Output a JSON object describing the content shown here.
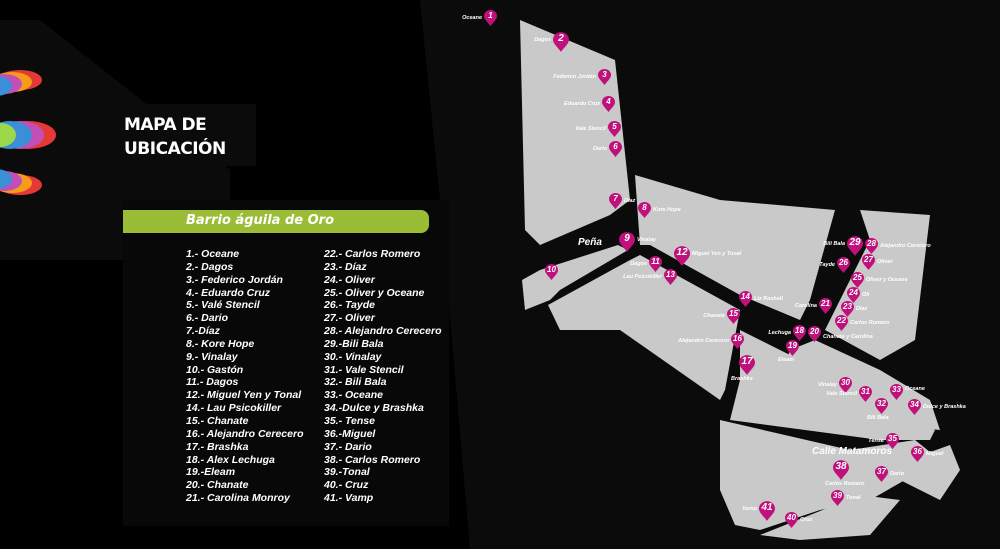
{
  "title": {
    "line1": "MAPA DE",
    "line2": "UBICACIÓN"
  },
  "neighborhood": "Barrio águila de Oro",
  "list_col1": [
    "1.- Oceane",
    "2.- Dagos",
    "3.- Federico Jordán",
    "4.- Eduardo Cruz",
    "5.- Valé Stencil",
    "6.- Dario",
    "7.-Díaz",
    "8.- Kore Hope",
    "9.- Vinalay",
    "10.- Gastón",
    "11.- Dagos",
    "12.- Miguel Yen y Tonal",
    "14.- Lau Psicokiller",
    "15.- Chanate",
    "16.- Alejandro Cerecero",
    "17.- Brashka",
    "18.- Alex Lechuga",
    "19.-Eleam",
    "20.- Chanate",
    "21.- Carolina Monroy"
  ],
  "list_col2": [
    "22.- Carlos Romero",
    "23.- Díaz",
    "24.- Oliver",
    "25.- Oliver y Oceane",
    "26.- Tayde",
    "27.- Oliver",
    "28.- Alejandro Cerecero",
    "29.-Bili Bala",
    "30.- Vinalay",
    "31.- Vale Stencil",
    "32.- Bili Bala",
    "33.- Oceane",
    "34.-Dulce y Brashka",
    "35.- Tense",
    "36.-Miguel",
    "37.- Dario",
    "38.- Carlos Romero",
    "39.-Tonal",
    "40.- Cruz",
    "41.- Vamp"
  ],
  "streets": {
    "pena": "Peña",
    "matamoros": "Calle Matamoros"
  },
  "pins": [
    {
      "n": "1",
      "label": "Oceane"
    },
    {
      "n": "2",
      "label": "Dagos"
    },
    {
      "n": "3",
      "label": "Federico Jordán"
    },
    {
      "n": "4",
      "label": "Eduardo Cruz"
    },
    {
      "n": "5",
      "label": "Vale Stencil"
    },
    {
      "n": "6",
      "label": "Dario"
    },
    {
      "n": "7",
      "label": "Díaz"
    },
    {
      "n": "8",
      "label": "Kore Hope"
    },
    {
      "n": "9",
      "label": "Vinalay"
    },
    {
      "n": "10",
      "label": ""
    },
    {
      "n": "11",
      "label": "Dagos"
    },
    {
      "n": "12",
      "label": "Miguel Yen y Tonal"
    },
    {
      "n": "13",
      "label": "Lau Psicokiller"
    },
    {
      "n": "14",
      "label": "Liz Rashell"
    },
    {
      "n": "15",
      "label": "Chanate"
    },
    {
      "n": "16",
      "label": "Alejandro Cerecero"
    },
    {
      "n": "17",
      "label": "Brashka"
    },
    {
      "n": "18",
      "label": "Lechuga"
    },
    {
      "n": "19",
      "label": "Eleam"
    },
    {
      "n": "20",
      "label": "Chanate y Carolina"
    },
    {
      "n": "21",
      "label": "Carolina"
    },
    {
      "n": "22",
      "label": "Carlos Romero"
    },
    {
      "n": "23",
      "label": "Díaz"
    },
    {
      "n": "24",
      "label": "Oli"
    },
    {
      "n": "25",
      "label": "Oliver y Oceane"
    },
    {
      "n": "26",
      "label": "Tayde"
    },
    {
      "n": "27",
      "label": "Oliver"
    },
    {
      "n": "28",
      "label": "Alejandro Cerecero"
    },
    {
      "n": "29",
      "label": "Bili Bala"
    },
    {
      "n": "30",
      "label": "Vinalay"
    },
    {
      "n": "31",
      "label": "Vale Stencil"
    },
    {
      "n": "32",
      "label": "Bili Bala"
    },
    {
      "n": "33",
      "label": "Oceane"
    },
    {
      "n": "34",
      "label": "Dulce y Brashka"
    },
    {
      "n": "35",
      "label": "Tense"
    },
    {
      "n": "36",
      "label": "Miguel"
    },
    {
      "n": "37",
      "label": "Dario"
    },
    {
      "n": "38",
      "label": "Carlos Romero"
    },
    {
      "n": "39",
      "label": "Tonal"
    },
    {
      "n": "40",
      "label": "Cruz"
    },
    {
      "n": "41",
      "label": "Vamp"
    }
  ],
  "colors": {
    "pin": "#c0107c",
    "block": "#c9c9c9",
    "accent": "#9bbd35"
  }
}
